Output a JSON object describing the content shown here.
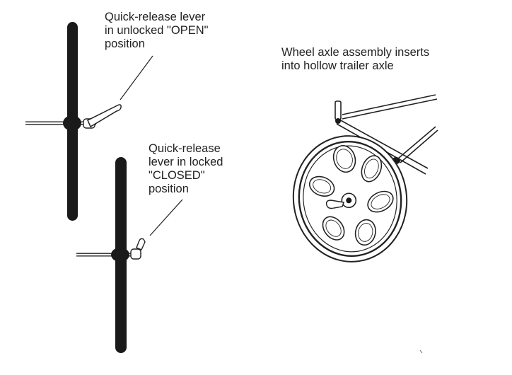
{
  "callouts": {
    "open_lever": {
      "lines": [
        "Quick-release lever",
        "in unlocked \"OPEN\"",
        "position"
      ]
    },
    "closed_lever": {
      "lines": [
        "Quick-release",
        "lever in locked",
        "\"CLOSED\"",
        "position"
      ]
    },
    "axle_insert": {
      "lines": [
        "Wheel axle assembly inserts",
        "into hollow trailer axle"
      ]
    }
  },
  "colors": {
    "ink": "#222222",
    "tire": "#1a1a1a",
    "background": "#ffffff"
  },
  "icons": {
    "wheel_open": "wheel-side-view-icon",
    "wheel_closed": "wheel-side-view-icon",
    "trailer_wheel": "trailer-wheel-perspective-icon"
  }
}
